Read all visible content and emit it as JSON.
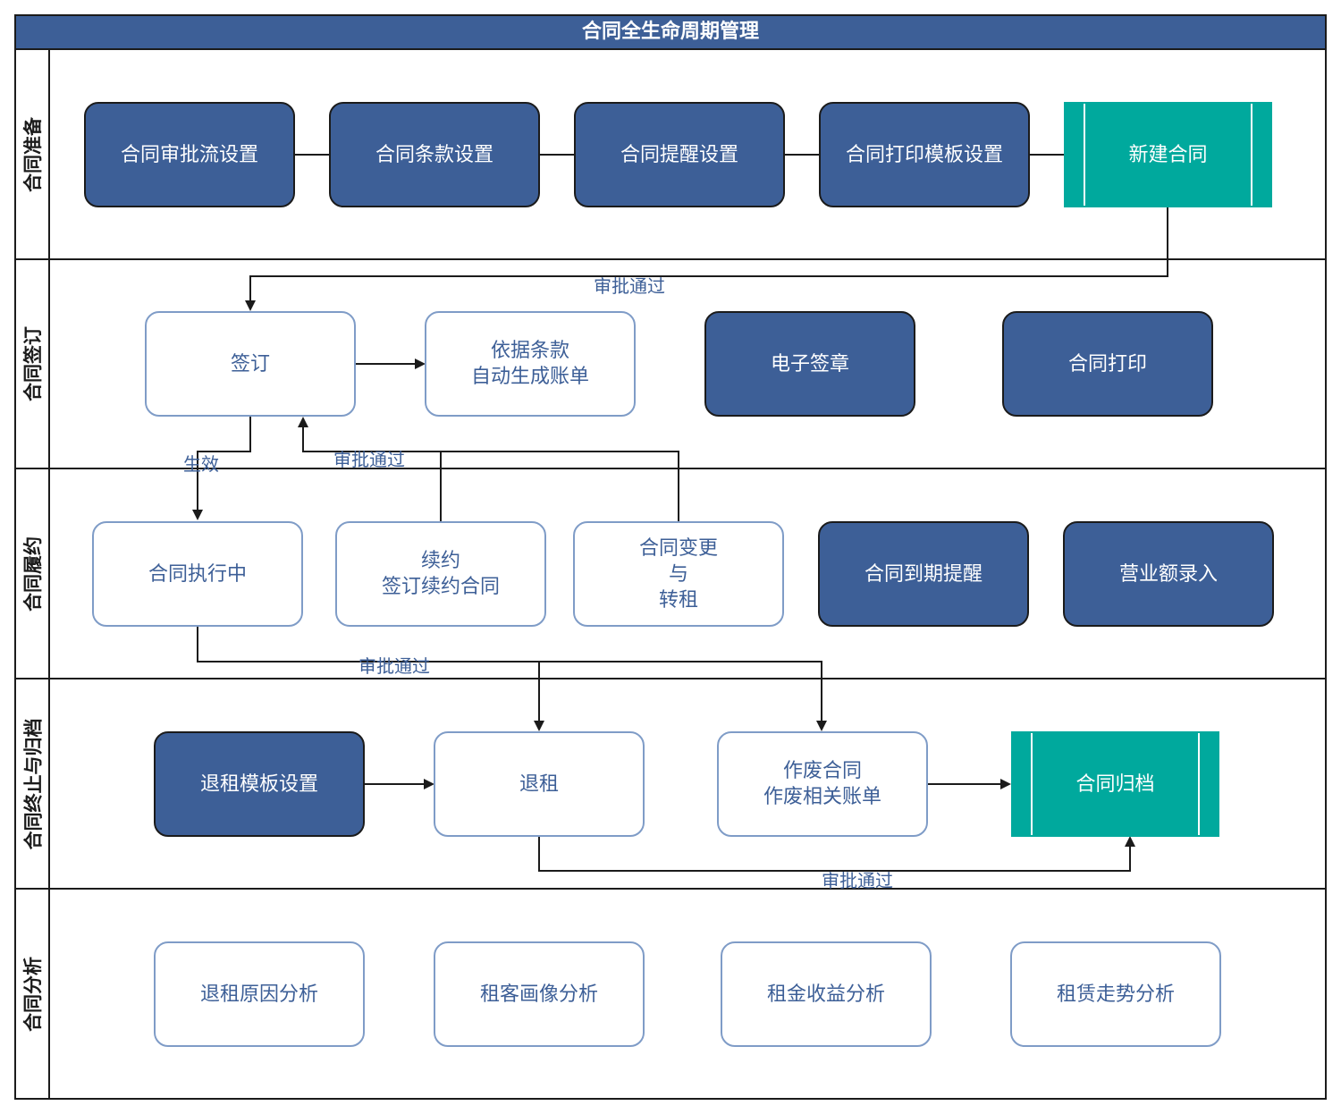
{
  "title": "合同全生命周期管理",
  "lanes": [
    {
      "label": "合同准备"
    },
    {
      "label": "合同签订"
    },
    {
      "label": "合同履约"
    },
    {
      "label": "合同终止与归档"
    },
    {
      "label": "合同分析"
    }
  ],
  "nodes": {
    "approval_flow_setup": "合同审批流设置",
    "clause_setup": "合同条款设置",
    "reminder_setup": "合同提醒设置",
    "print_template_setup": "合同打印模板设置",
    "new_contract": "新建合同",
    "sign": "签订",
    "auto_bill": "依据条款\n自动生成账单",
    "e_seal": "电子签章",
    "contract_print": "合同打印",
    "in_execution": "合同执行中",
    "renewal": "续约\n签订续约合同",
    "change_sublet": "合同变更\n与\n转租",
    "expiry_reminder": "合同到期提醒",
    "revenue_entry": "营业额录入",
    "termination_template_setup": "退租模板设置",
    "termination": "退租",
    "void_contract": "作废合同\n作废相关账单",
    "archive": "合同归档",
    "termination_reason_analysis": "退租原因分析",
    "tenant_profile_analysis": "租客画像分析",
    "rent_revenue_analysis": "租金收益分析",
    "lease_trend_analysis": "租赁走势分析"
  },
  "edge_labels": {
    "approved_1": "审批通过",
    "effective": "生效",
    "approved_2": "审批通过",
    "approved_3": "审批通过",
    "approved_4": "审批通过"
  },
  "colors": {
    "dark": "#3d5f97",
    "teal": "#00a99d",
    "light_border": "#7f9cc7",
    "line": "#1b1b1b"
  }
}
